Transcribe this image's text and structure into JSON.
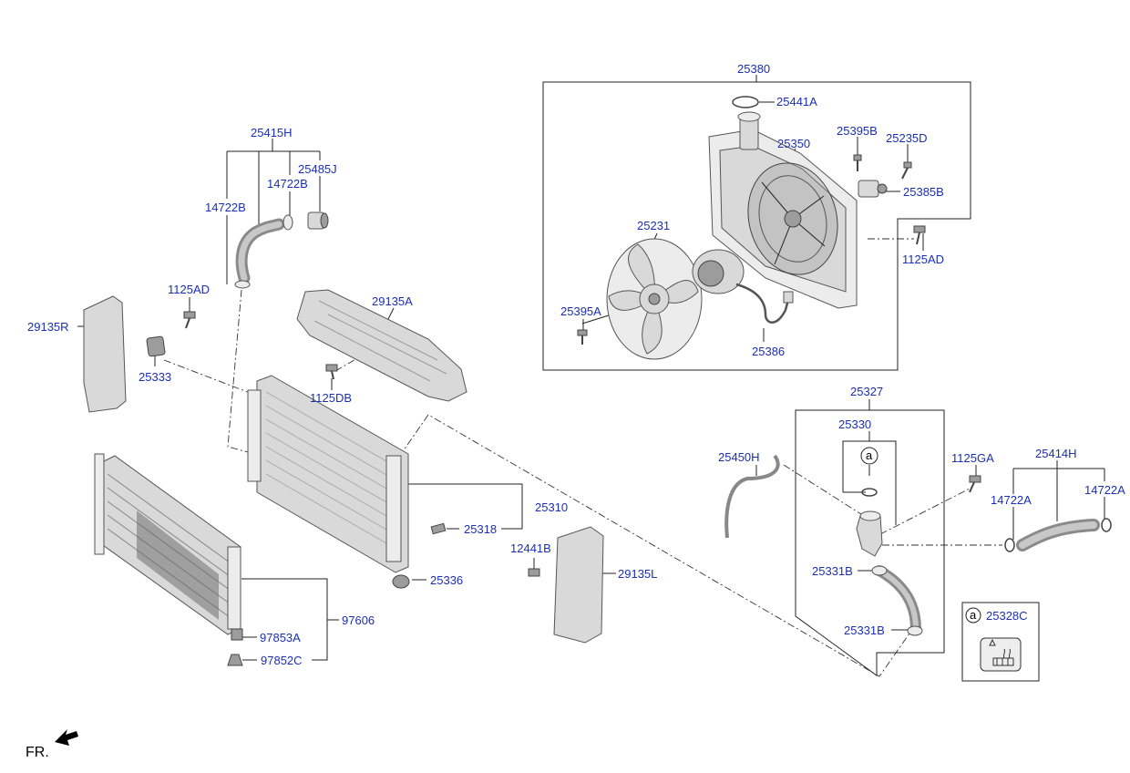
{
  "labels": {
    "p25380": "25380",
    "p25441A": "25441A",
    "p25350": "25350",
    "p25395B": "25395B",
    "p25235D": "25235D",
    "p25385B": "25385B",
    "p1125AD_r": "1125AD",
    "p25231": "25231",
    "p25395A": "25395A",
    "p25386": "25386",
    "p25415H": "25415H",
    "p14722B_a": "14722B",
    "p14722B_b": "14722B",
    "p25485J": "25485J",
    "p1125AD_l": "1125AD",
    "p29135R": "29135R",
    "p25333": "25333",
    "p29135A": "29135A",
    "p1125DB": "1125DB",
    "p25310": "25310",
    "p25318": "25318",
    "p25336": "25336",
    "p12441B": "12441B",
    "p29135L": "29135L",
    "p97606": "97606",
    "p97853A": "97853A",
    "p97852C": "97852C",
    "p25327": "25327",
    "p25330": "25330",
    "p25450H": "25450H",
    "p1125GA": "1125GA",
    "p25414H": "25414H",
    "p14722A_a": "14722A",
    "p14722A_b": "14722A",
    "p25331B_a": "25331B",
    "p25331B_b": "25331B",
    "p25328C": "25328C",
    "ref_a1": "a",
    "ref_a2": "a",
    "front": "FR."
  }
}
